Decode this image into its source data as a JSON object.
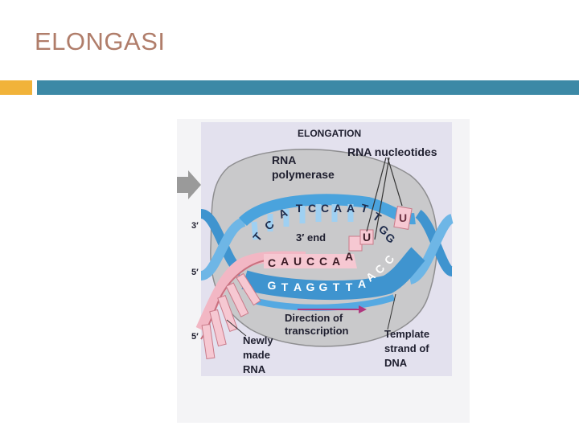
{
  "slide": {
    "title": "ELONGASI"
  },
  "colors": {
    "accent_orange": "#f1b33a",
    "accent_blue": "#3c89a6",
    "title": "#b07d6a"
  },
  "figure": {
    "heading": "ELONGATION",
    "labels": {
      "rna_polymerase_1": "RNA",
      "rna_polymerase_2": "polymerase",
      "rna_nucleotides": "RNA nucleotides",
      "three_prime_end": "3′ end",
      "direction_1": "Direction of",
      "direction_2": "transcription",
      "template_1": "Template",
      "template_2": "strand of",
      "template_3": "DNA",
      "newly_1": "Newly",
      "newly_2": "made",
      "newly_3": "RNA",
      "end_3prime": "3′",
      "end_5prime_a": "5′",
      "end_5prime_b": "5′"
    },
    "coding_strand_bases": [
      "T",
      "C",
      "A",
      "T",
      "C",
      "C",
      "A",
      "A",
      "T",
      "T",
      "G",
      "G"
    ],
    "rna_bases": [
      "C",
      "A",
      "U",
      "C",
      "C",
      "A",
      "A",
      "U"
    ],
    "template_strand_bases": [
      "G",
      "T",
      "A",
      "G",
      "G",
      "T",
      "T",
      "A",
      "A",
      "C",
      "C"
    ],
    "free_nucleotide": "U"
  }
}
